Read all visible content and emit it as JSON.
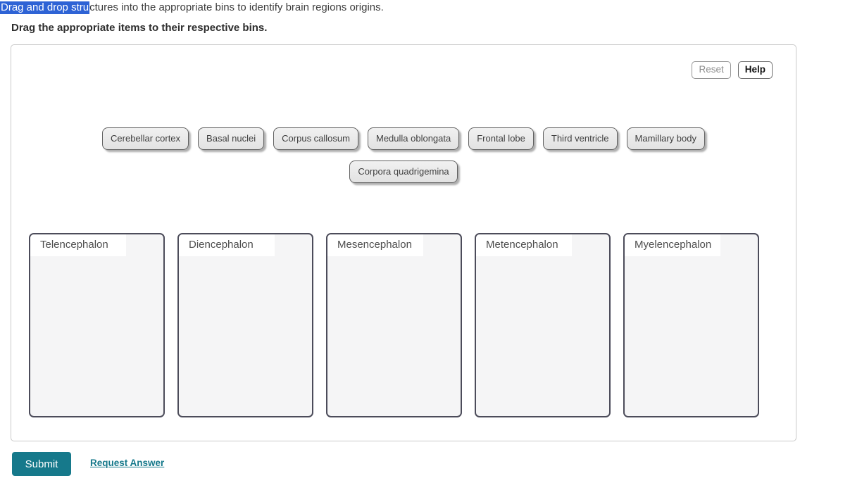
{
  "header": {
    "intro_selected": "Drag and drop stru",
    "intro_rest": "ctures into the appropriate bins to identify brain regions origins.",
    "instruction": "Drag the appropriate items to their respective bins."
  },
  "panel": {
    "reset_label": "Reset",
    "help_label": "Help",
    "chips_row1": [
      "Cerebellar cortex",
      "Basal nuclei",
      "Corpus callosum",
      "Medulla oblongata",
      "Frontal lobe",
      "Third ventricle",
      "Mamillary body"
    ],
    "chips_row2": [
      "Corpora quadrigemina"
    ],
    "bins": [
      "Telencephalon",
      "Diencephalon",
      "Mesencephalon",
      "Metencephalon",
      "Myelencephalon"
    ]
  },
  "footer": {
    "submit_label": "Submit",
    "request_answer_label": "Request Answer"
  },
  "colors": {
    "selection_blue": "#2e63d5",
    "submit_teal": "#16798b",
    "link_teal": "#16798b"
  }
}
